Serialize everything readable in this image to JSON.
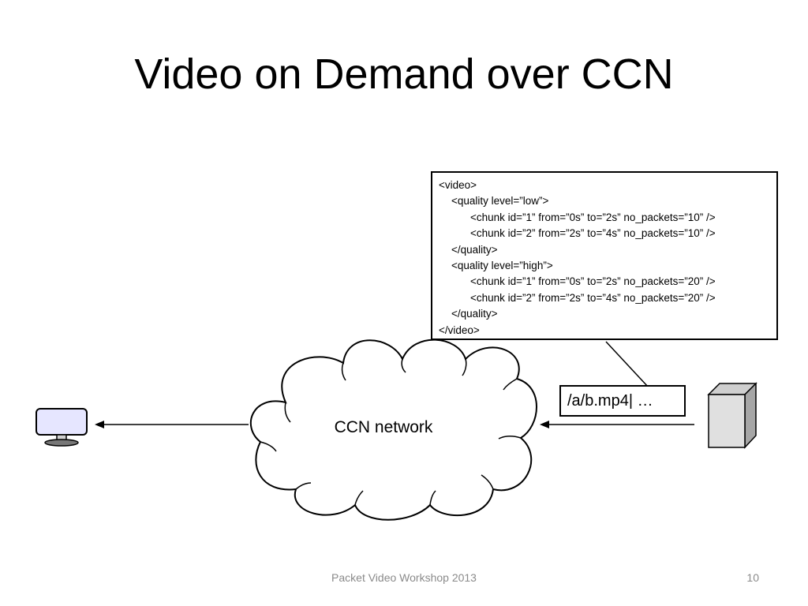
{
  "slide": {
    "title": "Video on Demand over CCN",
    "footer": "Packet Video Workshop 2013",
    "page_number": "10"
  },
  "manifest": {
    "lines": [
      "<video>",
      "<quality level=”low”>",
      "<chunk id=”1” from=”0s” to=”2s” no_packets=”10” />",
      "<chunk id=”2” from=”2s” to=”4s” no_packets=”10” />",
      "</quality>",
      "<quality level=”high”>",
      "<chunk id=”1” from=”0s” to=”2s” no_packets=”20” />",
      "<chunk id=”2” from=”2s” to=”4s” no_packets=”20” />",
      "</quality>",
      "</video>"
    ]
  },
  "network": {
    "label": "CCN network"
  },
  "data_packet": {
    "label": "/a/b.mp4| …"
  },
  "icons": {
    "client": "monitor-icon",
    "server": "server-icon",
    "network": "cloud-shape"
  },
  "colors": {
    "monitor_screen": "#e6e6ff",
    "server_face": "#e0e0e0",
    "server_side": "#a6a6a6",
    "footer_text": "#8a8a8a"
  }
}
